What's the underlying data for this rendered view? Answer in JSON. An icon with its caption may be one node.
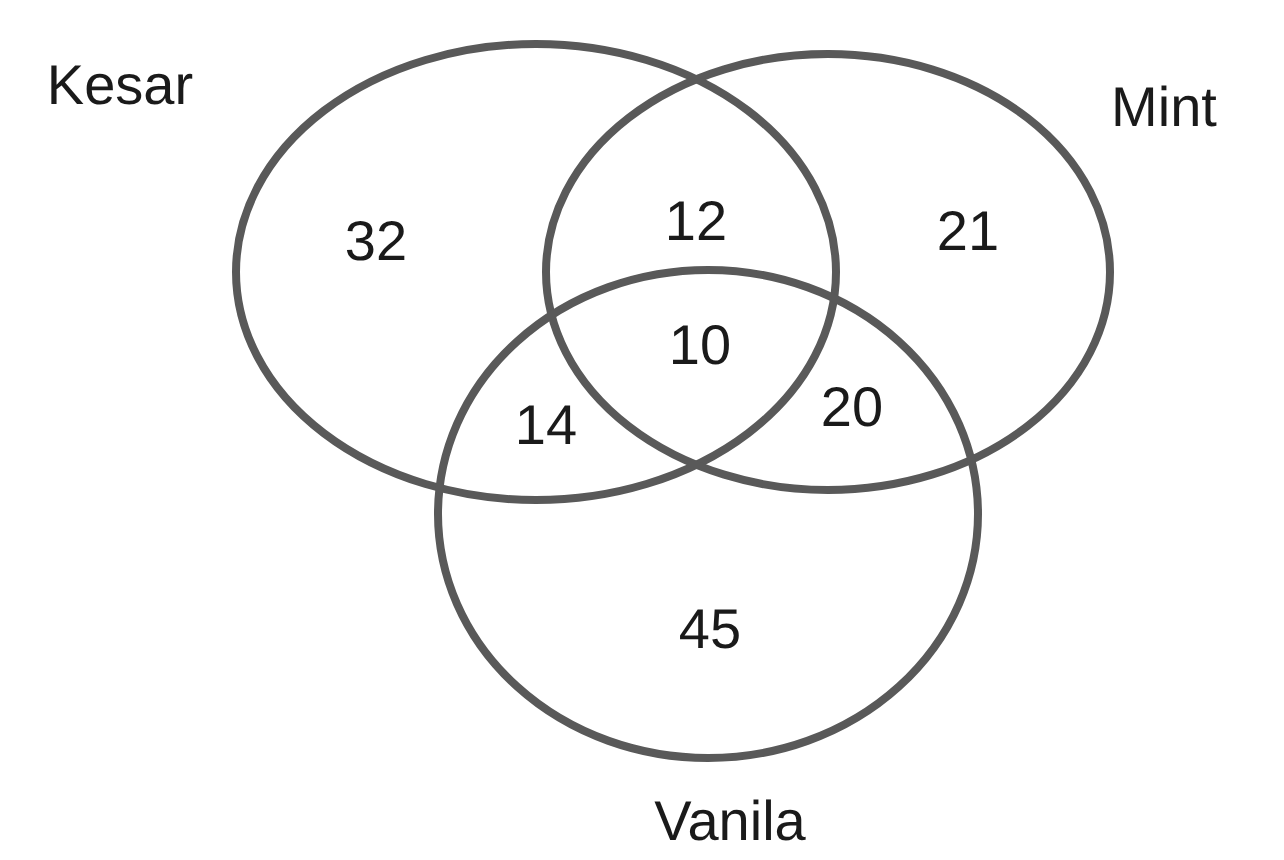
{
  "diagram": {
    "nodes": [
      {
        "text": [
          "Kesar"
        ]
      },
      {
        "text": [
          "Mint"
        ]
      },
      {
        "text": [
          "Vanila"
        ]
      }
    ],
    "labels": [
      "32",
      "12",
      "21",
      "10",
      "14",
      "20",
      "45"
    ]
  }
}
